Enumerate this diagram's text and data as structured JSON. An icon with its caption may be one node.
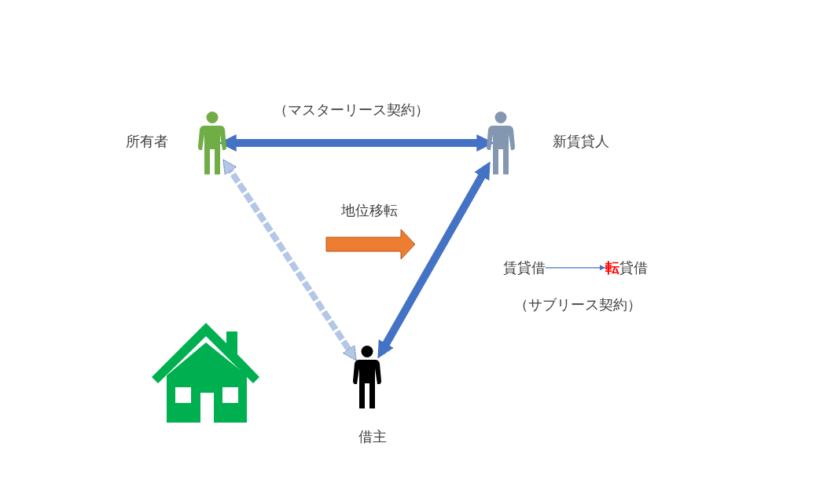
{
  "diagram": {
    "nodes": [
      {
        "text": [],
        "shape": "person",
        "beside": [
          "所有者"
        ]
      },
      {
        "text": [],
        "shape": "person",
        "beside": [
          "新賃貸人"
        ]
      },
      {
        "text": [],
        "shape": "person",
        "beside": [
          "借主"
        ]
      },
      {
        "text": [
          "賃貸借"
        ]
      },
      {
        "text": [
          "**転**貸借"
        ]
      }
    ],
    "edges": [
      {
        "from": 0,
        "to": 1,
        "arrow": "both",
        "label": "（マスターリース契約）"
      },
      {
        "from": 0,
        "to": 2,
        "arrow": "both",
        "style": "dashed",
        "color": "#b4c7e7"
      },
      {
        "from": 1,
        "to": 2,
        "arrow": "both"
      },
      {
        "from": 3,
        "to": 4,
        "arrow": "to"
      }
    ],
    "labels": [
      "地位移転",
      "（サブリース契約）"
    ]
  }
}
